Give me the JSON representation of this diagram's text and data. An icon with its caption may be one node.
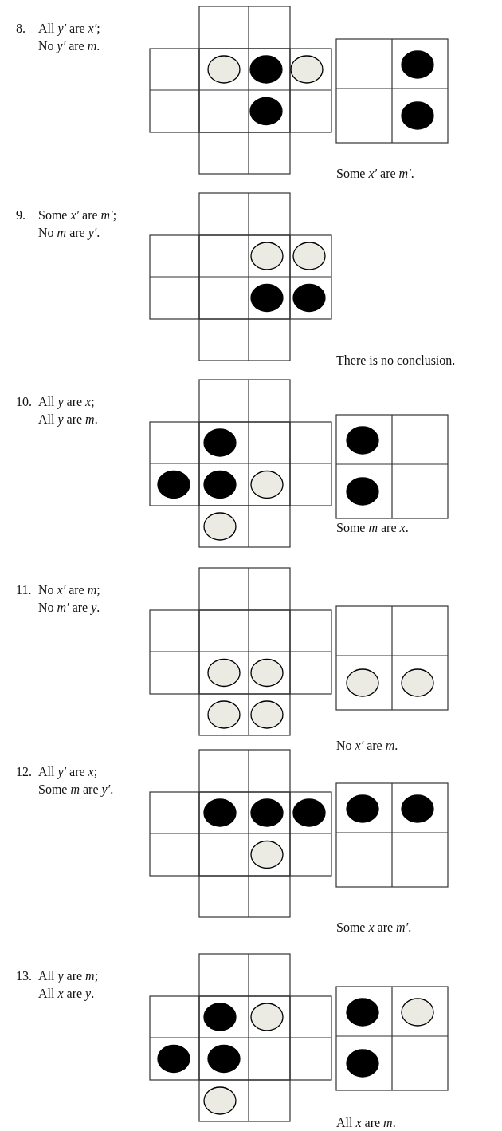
{
  "diagram": {
    "labels": [
      "8.",
      "All *y′* are *x′*;",
      "No *y′* are *m*.",
      "Some *x′* are *m′*.",
      "9.",
      "Some *x′* are *m′*;",
      "No *m* are *y′*.",
      "There is no conclusion.",
      "10.",
      "All *y* are *x*;",
      "All *y* are *m*.",
      "Some *m* are *x*.",
      "11.",
      "No *x′* are *m*;",
      "No *m′* are *y*.",
      "No *x′* are *m*.",
      "12.",
      "All *y′* are *x*;",
      "Some *m* are *y′*.",
      "Some *x* are *m′*.",
      "13.",
      "All *y* are *m*;",
      "All *x* are *y*.",
      "All *x* are *m*."
    ]
  }
}
